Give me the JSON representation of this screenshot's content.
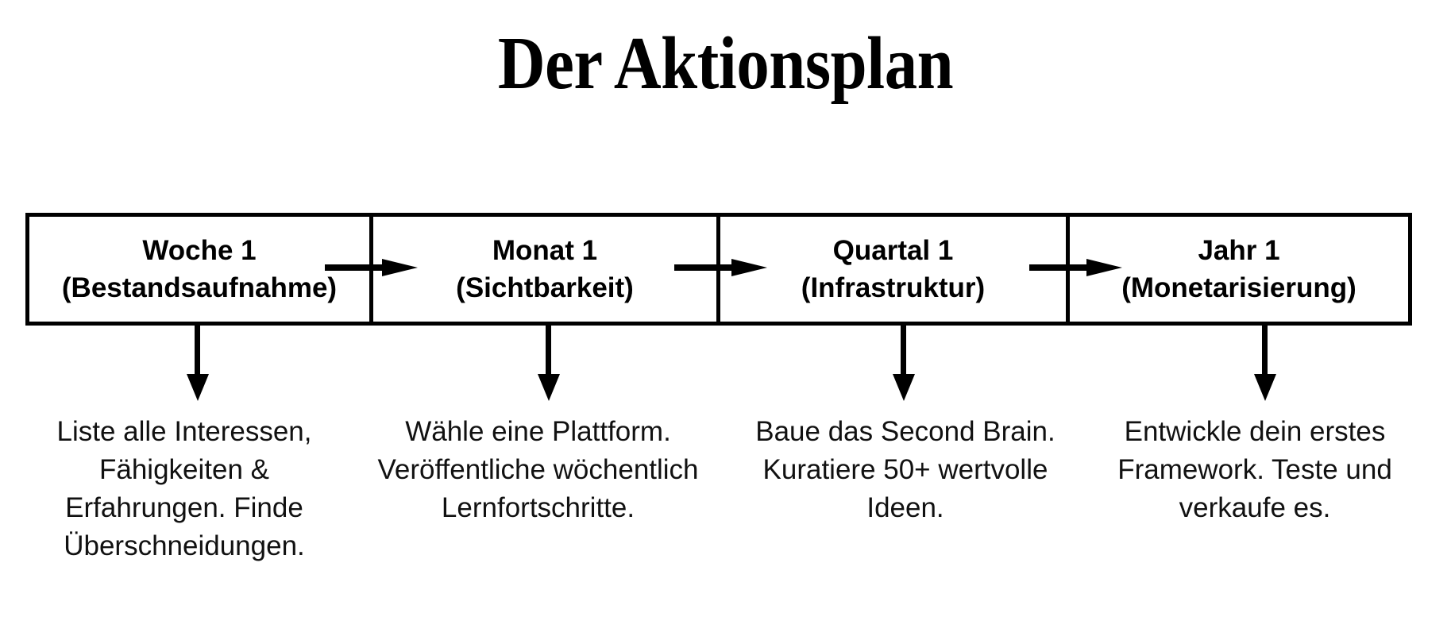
{
  "page": {
    "title": "Der Aktionsplan",
    "background_color": "#ffffff",
    "ink_color": "#000000"
  },
  "timeline": {
    "phases": [
      {
        "heading": "Woche 1",
        "subheading": "(Bestandsaufnahme)",
        "description": "Liste alle Interessen, Fähigkeiten & Erfahrungen. Finde Überschneidungen."
      },
      {
        "heading": "Monat 1",
        "subheading": "(Sichtbarkeit)",
        "description": "Wähle eine Plattform. Veröffentliche wöchentlich Lernfortschritte."
      },
      {
        "heading": "Quartal 1",
        "subheading": "(Infrastruktur)",
        "description": "Baue das Second Brain. Kuratiere 50+ wertvolle Ideen."
      },
      {
        "heading": "Jahr 1",
        "subheading": "(Monetarisierung)",
        "description": "Entwickle dein erstes Framework. Teste und verkaufe es."
      }
    ],
    "connector_icons": {
      "between_phases": "arrow-right-icon",
      "to_description": "arrow-down-icon"
    }
  }
}
